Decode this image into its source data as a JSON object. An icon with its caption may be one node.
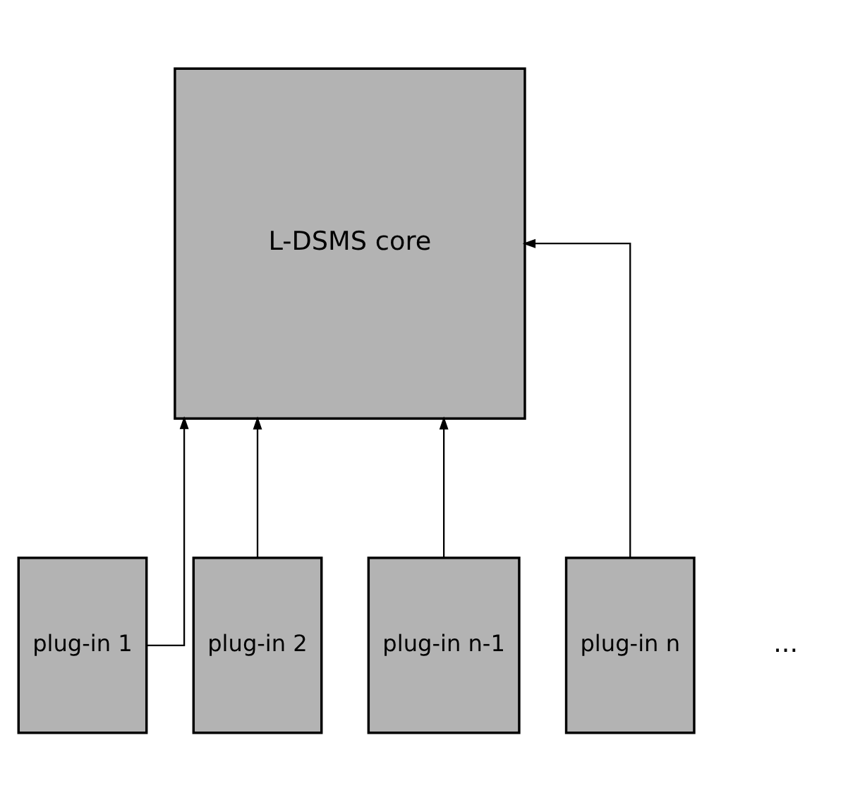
{
  "diagram": {
    "nodes": [
      {
        "text": [
          "L-DSMS core"
        ]
      },
      {
        "text": [
          "plug-in 1"
        ]
      },
      {
        "text": [
          "plug-in 2"
        ]
      },
      {
        "text": [
          "plug-in n-1"
        ]
      },
      {
        "text": [
          "plug-in n"
        ]
      }
    ],
    "edges": [
      {
        "from": 1,
        "to": 0,
        "arrow": "to"
      },
      {
        "from": 2,
        "to": 0,
        "arrow": "to"
      },
      {
        "from": 3,
        "to": 0,
        "arrow": "to"
      },
      {
        "from": 4,
        "to": 0,
        "arrow": "to"
      }
    ],
    "labels": [
      "..."
    ]
  }
}
